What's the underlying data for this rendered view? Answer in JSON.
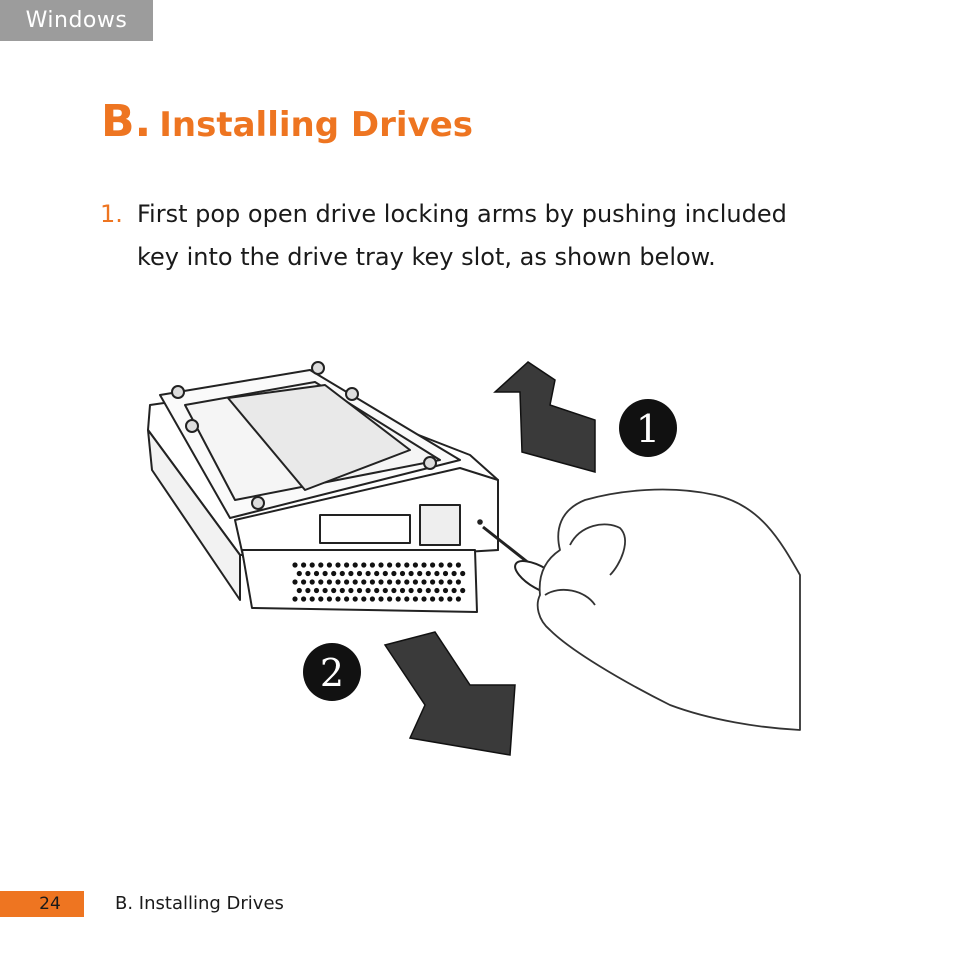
{
  "header": {
    "section_tab": "Windows"
  },
  "heading": {
    "letter": "B.",
    "title": "Installing Drives"
  },
  "steps": [
    {
      "number": "1.",
      "text": "First pop open drive locking arms by pushing included key into the drive tray key slot, as shown below."
    }
  ],
  "illustration": {
    "callouts": [
      {
        "label": "1"
      },
      {
        "label": "2"
      }
    ]
  },
  "footer": {
    "page_number": "24",
    "section": "B. Installing Drives"
  },
  "colors": {
    "accent": "#ee7521",
    "tab_gray": "#9c9c9c",
    "text": "#1a1a1a"
  }
}
